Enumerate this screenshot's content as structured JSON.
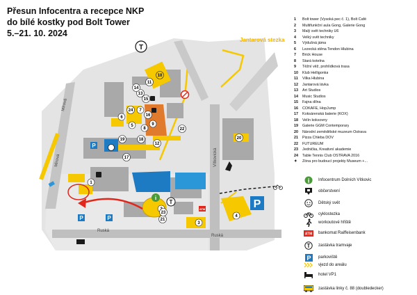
{
  "title": {
    "line1": "Přesun Infocentra a recepce NKP",
    "line2": "do bílé kostky pod Bolt Tower",
    "line3": "5.–21. 10. 2024"
  },
  "map_labels": {
    "jantarova": "Jantarová stezka",
    "mirova": "Mírová",
    "vitkovicka": "Vítkovická",
    "ruska_left": "Ruská",
    "ruska_right": "Ruská",
    "tram": "T",
    "parking": "P",
    "atm": "ATM"
  },
  "legend": [
    {
      "num": "1",
      "label": "Bolt tower (Vysoká pec č. 1), Bolt Café"
    },
    {
      "num": "2",
      "label": "Multifunkční aula Gong, Galerie Gong"
    },
    {
      "num": "3",
      "label": "Malý svět techniky U6"
    },
    {
      "num": "4",
      "label": "Velký svět techniky"
    },
    {
      "num": "5",
      "label": "Výdušná jáma"
    },
    {
      "num": "6",
      "label": "Lezecká stěna Tendon Hlubina"
    },
    {
      "num": "7",
      "label": "Brick House"
    },
    {
      "num": "8",
      "label": "Stará kotelna"
    },
    {
      "num": "9",
      "label": "Těžní věž, prohlídková trasa"
    },
    {
      "num": "10",
      "label": "Klub Helligonka"
    },
    {
      "num": "11",
      "label": "Vilka Hlubina"
    },
    {
      "num": "12",
      "label": "Jantarová lávka"
    },
    {
      "num": "13",
      "label": "Art Studios"
    },
    {
      "num": "14",
      "label": "Music Studios"
    },
    {
      "num": "15",
      "label": "Fajna dílna"
    },
    {
      "num": "16",
      "label": "COKAFE, HopJump"
    },
    {
      "num": "17",
      "label": "Koksárenská baterie (KOX)"
    },
    {
      "num": "18",
      "label": "Velín koksovny"
    },
    {
      "num": "19",
      "label": "Galerie GGM Contemporary"
    },
    {
      "num": "20",
      "label": "Národní zemědělské muzeum Ostrava"
    },
    {
      "num": "21",
      "label": "Pizza Chleba DOV"
    },
    {
      "num": "22",
      "label": "FUTUREUM"
    },
    {
      "num": "23",
      "label": "Jednička, Kreativní akademie"
    },
    {
      "num": "24",
      "label": "Table Tennis Club OSTRAVA 2016"
    },
    {
      "num": "✦",
      "label": "Zóna pro budoucí projekty Museum +..."
    }
  ],
  "keys": [
    {
      "icon": "info-icon",
      "label": "Infocentrum Dolních Vítkovic"
    },
    {
      "icon": "refreshment-icon",
      "label": "občerstvení"
    },
    {
      "icon": "kids-world-icon",
      "label": "Dětský svět"
    },
    {
      "icon": "bike-path-icon",
      "label": "cyklostezka"
    },
    {
      "icon": "workout-icon",
      "label": "workoutové hřiště"
    },
    {
      "icon": "atm-icon",
      "label": "bankomat Raiffeisenbank"
    },
    {
      "icon": "tram-stop-icon",
      "label": "zastávka tramvaje"
    },
    {
      "icon": "parking-icon",
      "label": "parkoviště"
    },
    {
      "icon": "entrance-icon",
      "label": "vjezd do areálu"
    },
    {
      "icon": "hotel-icon",
      "label": "hotel VP1"
    },
    {
      "icon": "bus-stop-icon",
      "label": "zastávka linky č. 88 (doubledecker)"
    }
  ],
  "colors": {
    "yellow": "#f5c800",
    "blue": "#1d7bc4",
    "light_blue": "#2b96d8",
    "grey_area": "#e2e2e2",
    "road": "#b9b9b9",
    "building": "#a8a8a8",
    "orange": "#e07a2c",
    "red": "#e1261c",
    "dark": "#1a1a1a",
    "green": "#4a9a3a"
  }
}
